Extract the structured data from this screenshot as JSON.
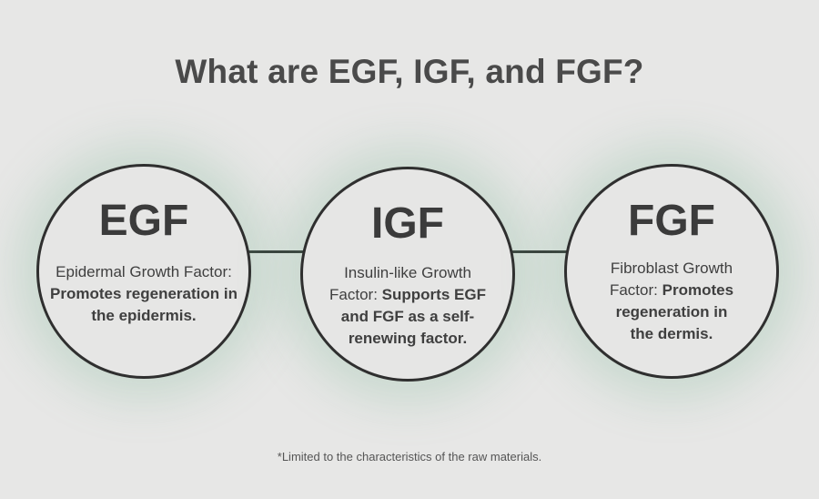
{
  "title": "What are EGF, IGF, and FGF?",
  "factors": [
    {
      "abbr": "EGF",
      "name": "Epidermal Growth Factor:",
      "effect": "Promotes regeneration in the epidermis."
    },
    {
      "abbr": "IGF",
      "name": "Insulin-like Growth Factor:",
      "effect": "Supports EGF and FGF as a self-renewing factor."
    },
    {
      "abbr": "FGF",
      "name": "Fibroblast Growth Factor:",
      "effect": "Promotes regeneration in the dermis."
    }
  ],
  "footnote": "*Limited to the characteristics of the raw materials.",
  "colors": {
    "background": "#e7e7e6",
    "circle_border": "#2f2f2f",
    "glow": "#7eb896",
    "text": "#3d3d3d"
  }
}
